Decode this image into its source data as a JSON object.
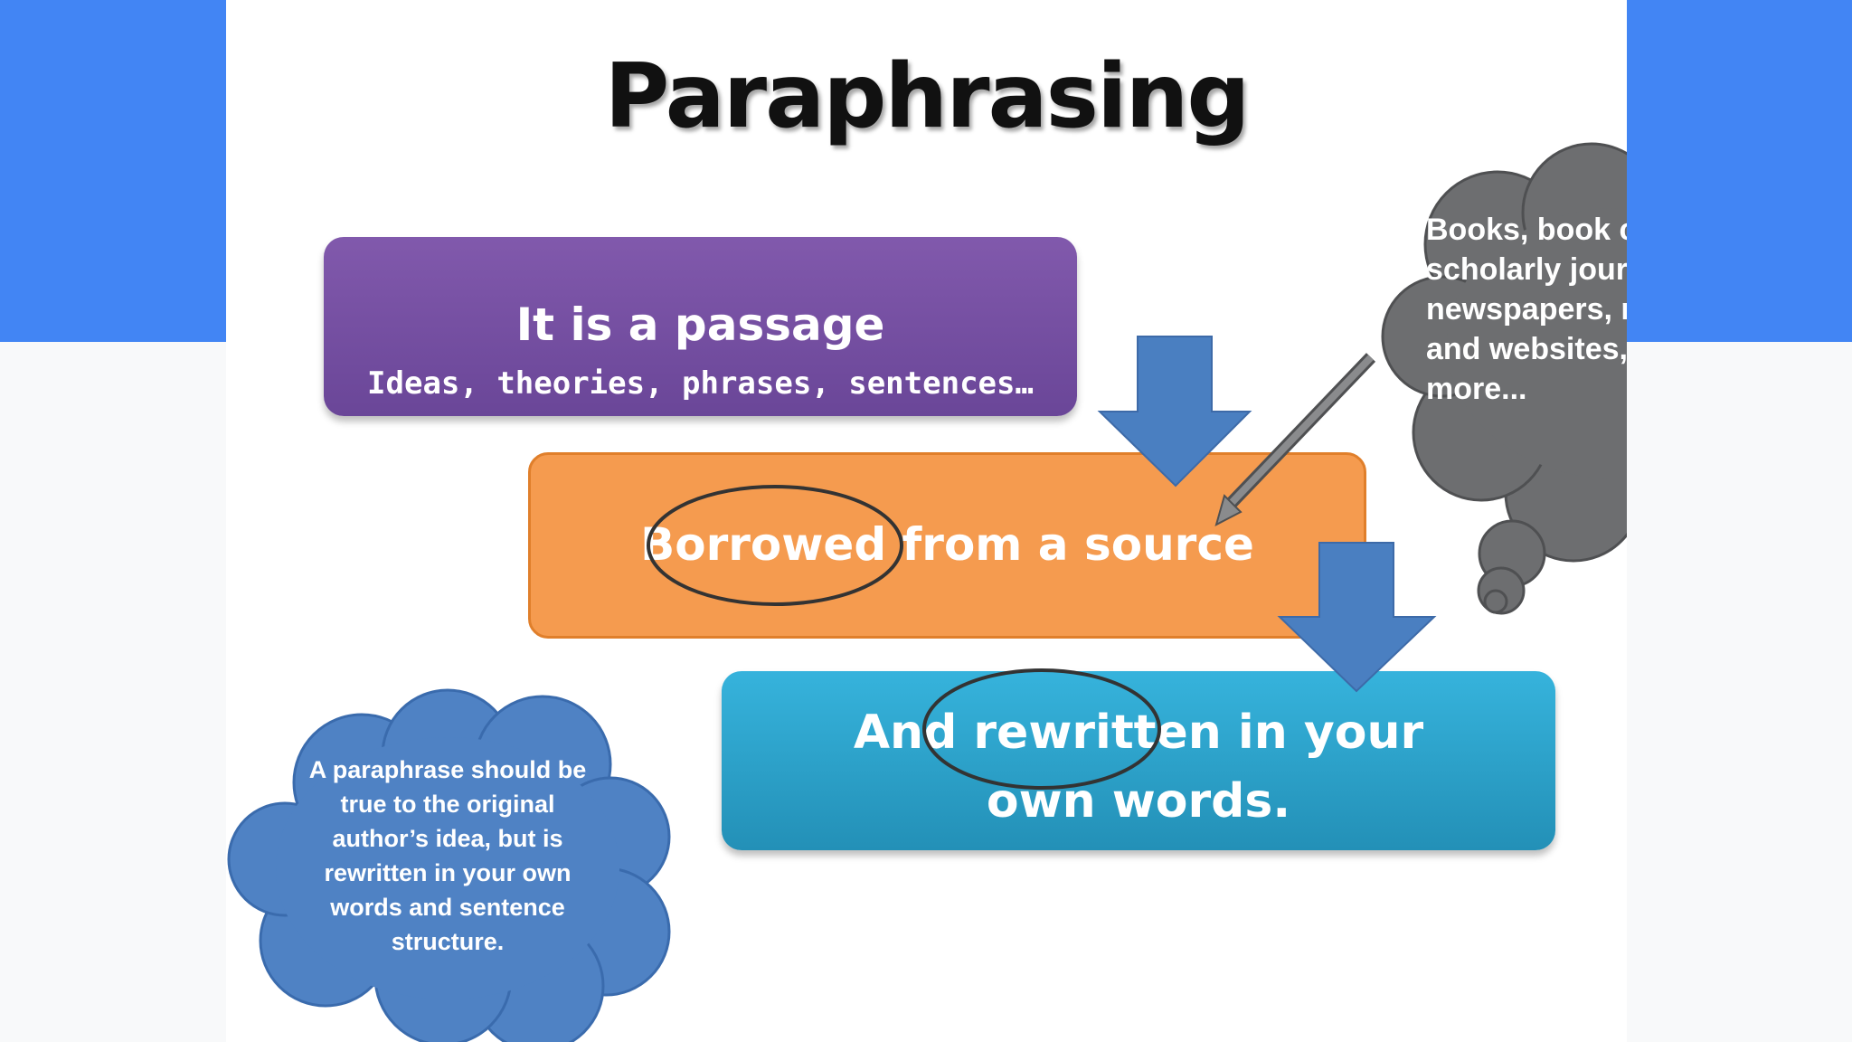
{
  "title": "Paraphrasing",
  "boxes": {
    "passage": {
      "main": "It is a passage",
      "sub": "Ideas, theories, phrases, sentences…"
    },
    "borrowed": {
      "main": "Borrowed from a source"
    },
    "rewritten": {
      "main": "And rewritten in your own words."
    }
  },
  "callouts": {
    "sources": "Books, book chapters, scholarly journals, newspapers, magazine and websites, and more...",
    "definition": "A paraphrase should be true to the original author’s idea, but is rewritten in your own words and sentence structure."
  },
  "colors": {
    "background_band": "#4285f4",
    "purple_box": "#7650a3",
    "orange_box": "#f59b4f",
    "teal_box": "#2ea5d0",
    "arrow": "#4a7fc1",
    "gray_cloud": "#6d6e70",
    "blue_cloud": "#4f82c4"
  },
  "icons": [
    "down-arrow-icon",
    "thought-cloud-icon",
    "circle-highlight-icon"
  ]
}
